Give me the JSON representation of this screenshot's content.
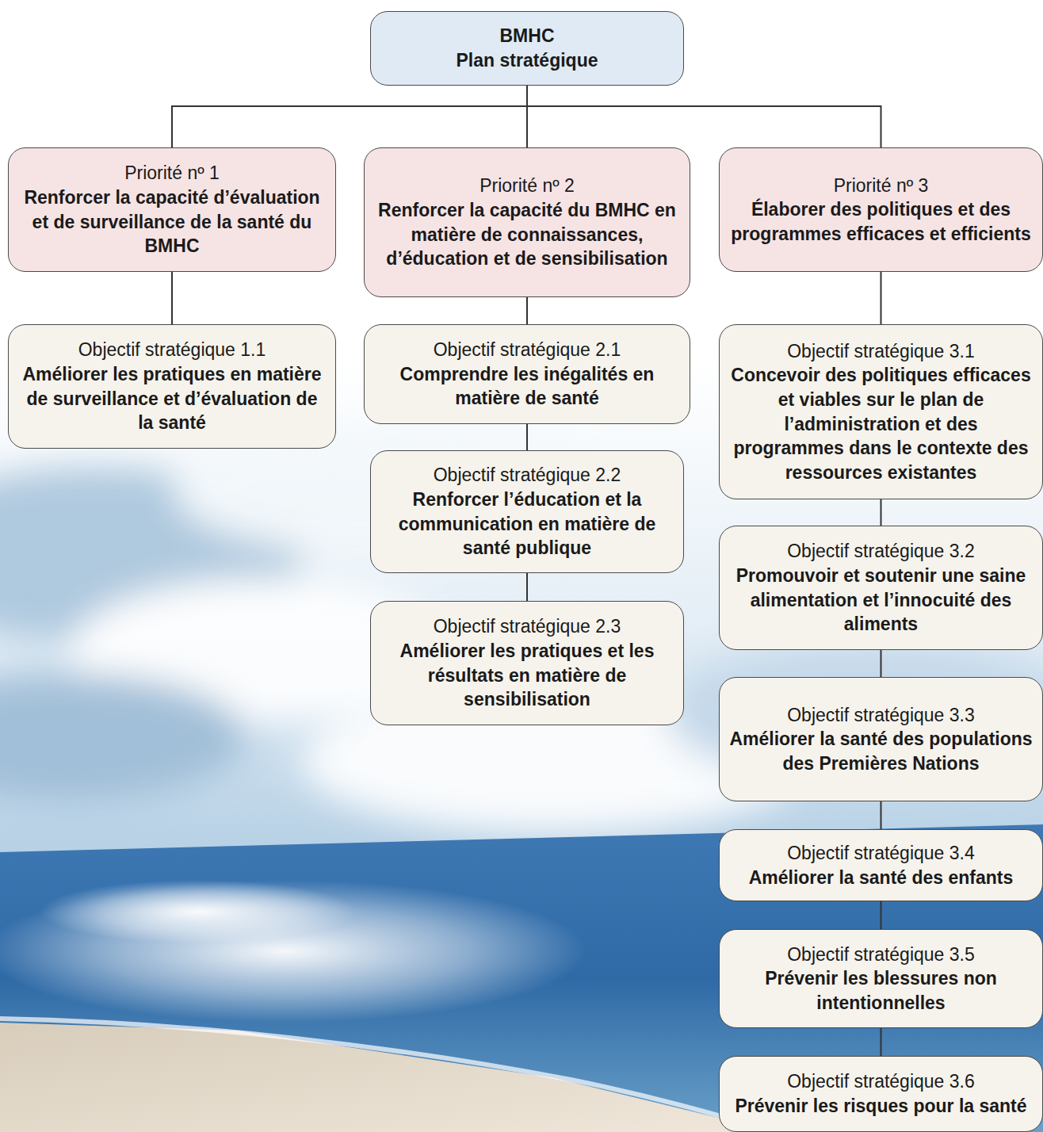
{
  "diagram": {
    "nodes": [
      {
        "text": [
          "BMHC",
          "Plan stratégique"
        ]
      },
      {
        "text": [
          "Priorité nº 1",
          "Renforcer la capacité d’évaluation et de surveillance de la santé du BMHC"
        ]
      },
      {
        "text": [
          "Priorité nº 2",
          "Renforcer la capacité du BMHC en matière de connaissances, d’éducation et de sensibilisation"
        ]
      },
      {
        "text": [
          "Priorité nº 3",
          "Élaborer des politiques et des programmes efficaces et efficients"
        ]
      },
      {
        "text": [
          "Objectif stratégique 1.1",
          "Améliorer les pratiques en matière de surveillance et d’évaluation de la santé"
        ]
      },
      {
        "text": [
          "Objectif stratégique 2.1",
          "Comprendre les inégalités en matière de santé"
        ]
      },
      {
        "text": [
          "Objectif stratégique 2.2",
          "Renforcer l’éducation et la communication en matière de santé publique"
        ]
      },
      {
        "text": [
          "Objectif stratégique 2.3",
          "Améliorer les pratiques et les résultats en matière de sensibilisation"
        ]
      },
      {
        "text": [
          "Objectif stratégique 3.1",
          "Concevoir des politiques efficaces et viables sur le plan de l’administration et des programmes dans le contexte des ressources existantes"
        ]
      },
      {
        "text": [
          "Objectif stratégique 3.2",
          "Promouvoir et soutenir une saine alimentation et l’innocuité des aliments"
        ]
      },
      {
        "text": [
          "Objectif stratégique 3.3",
          "Améliorer la santé des populations des Premières Nations"
        ]
      },
      {
        "text": [
          "Objectif stratégique 3.4",
          "Améliorer la santé des enfants"
        ]
      },
      {
        "text": [
          "Objectif stratégique 3.5",
          "Prévenir les blessures non intentionnelles"
        ]
      },
      {
        "text": [
          "Objectif stratégique 3.6",
          "Prévenir les risques pour la santé"
        ]
      }
    ],
    "edges": [
      {
        "from": 0,
        "to": 1,
        "arrow": "none"
      },
      {
        "from": 0,
        "to": 2,
        "arrow": "none"
      },
      {
        "from": 0,
        "to": 3,
        "arrow": "none"
      },
      {
        "from": 1,
        "to": 4,
        "arrow": "none"
      },
      {
        "from": 2,
        "to": 5,
        "arrow": "none"
      },
      {
        "from": 5,
        "to": 6,
        "arrow": "none"
      },
      {
        "from": 6,
        "to": 7,
        "arrow": "none"
      },
      {
        "from": 3,
        "to": 8,
        "arrow": "none"
      },
      {
        "from": 8,
        "to": 9,
        "arrow": "none"
      },
      {
        "from": 9,
        "to": 10,
        "arrow": "none"
      },
      {
        "from": 10,
        "to": 11,
        "arrow": "none"
      },
      {
        "from": 11,
        "to": 12,
        "arrow": "none"
      },
      {
        "from": 12,
        "to": 13,
        "arrow": "none"
      }
    ]
  }
}
